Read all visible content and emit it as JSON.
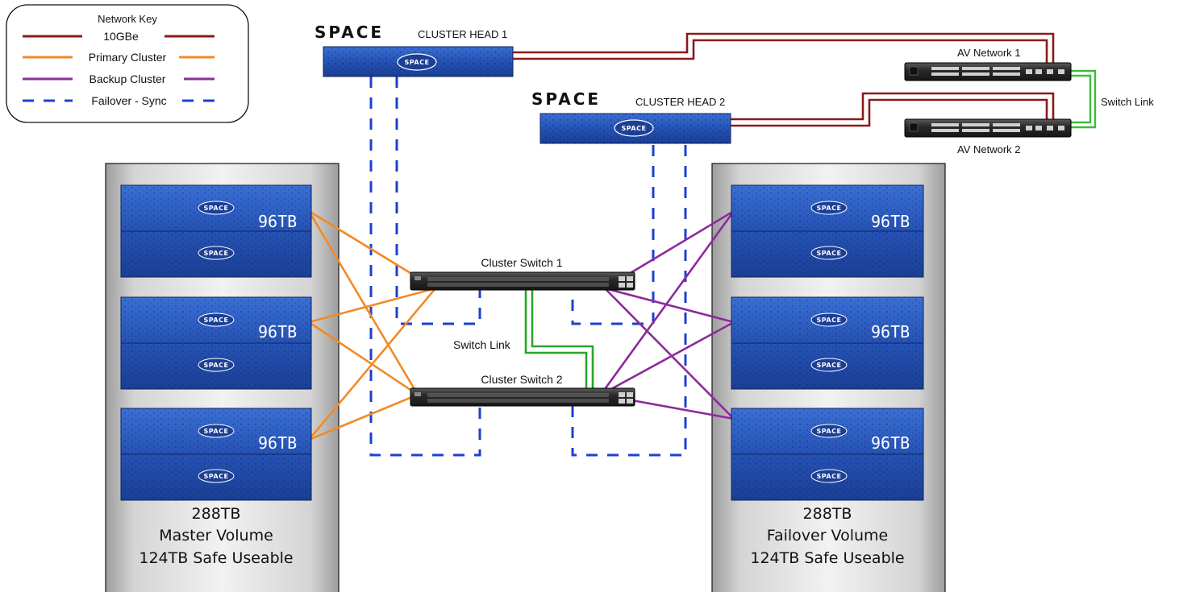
{
  "legend": {
    "title": "Network Key",
    "items": [
      {
        "label": "10GBe",
        "color": "#8b1a1a",
        "style": "solid"
      },
      {
        "label": "Primary Cluster",
        "color": "#f28a24",
        "style": "solid"
      },
      {
        "label": "Backup Cluster",
        "color": "#8e2a9c",
        "style": "solid"
      },
      {
        "label": "Failover - Sync",
        "color": "#1f3fd0",
        "style": "dashed"
      }
    ]
  },
  "heads": [
    {
      "brand": "SPACE",
      "label": "CLUSTER HEAD 1",
      "logo": "SPACE"
    },
    {
      "brand": "SPACE",
      "label": "CLUSTER HEAD 2",
      "logo": "SPACE"
    }
  ],
  "av_switches": [
    {
      "label": "AV Network 1"
    },
    {
      "label": "AV Network 2"
    }
  ],
  "av_switch_link": "Switch Link",
  "cluster_switches": [
    {
      "label": "Cluster Switch 1"
    },
    {
      "label": "Cluster Switch 2"
    }
  ],
  "cluster_switch_link": "Switch Link",
  "racks": [
    {
      "units": [
        {
          "capacity": "96TB",
          "logo": "SPACE"
        },
        {
          "capacity": "96TB",
          "logo": "SPACE"
        },
        {
          "capacity": "96TB",
          "logo": "SPACE"
        }
      ],
      "total": "288TB",
      "name": "Master Volume",
      "safe": "124TB Safe Useable"
    },
    {
      "units": [
        {
          "capacity": "96TB",
          "logo": "SPACE"
        },
        {
          "capacity": "96TB",
          "logo": "SPACE"
        },
        {
          "capacity": "96TB",
          "logo": "SPACE"
        }
      ],
      "total": "288TB",
      "name": "Failover Volume",
      "safe": "124TB Safe Useable"
    }
  ],
  "colors": {
    "link_10gbe": "#8b1a1a",
    "primary_cluster": "#f28a24",
    "backup_cluster": "#8e2a9c",
    "failover_sync": "#1f3fd0",
    "switch_link": "#2aa52a",
    "av_switch_link": "#3dbb3d",
    "device_blue": "#2b58b8"
  }
}
